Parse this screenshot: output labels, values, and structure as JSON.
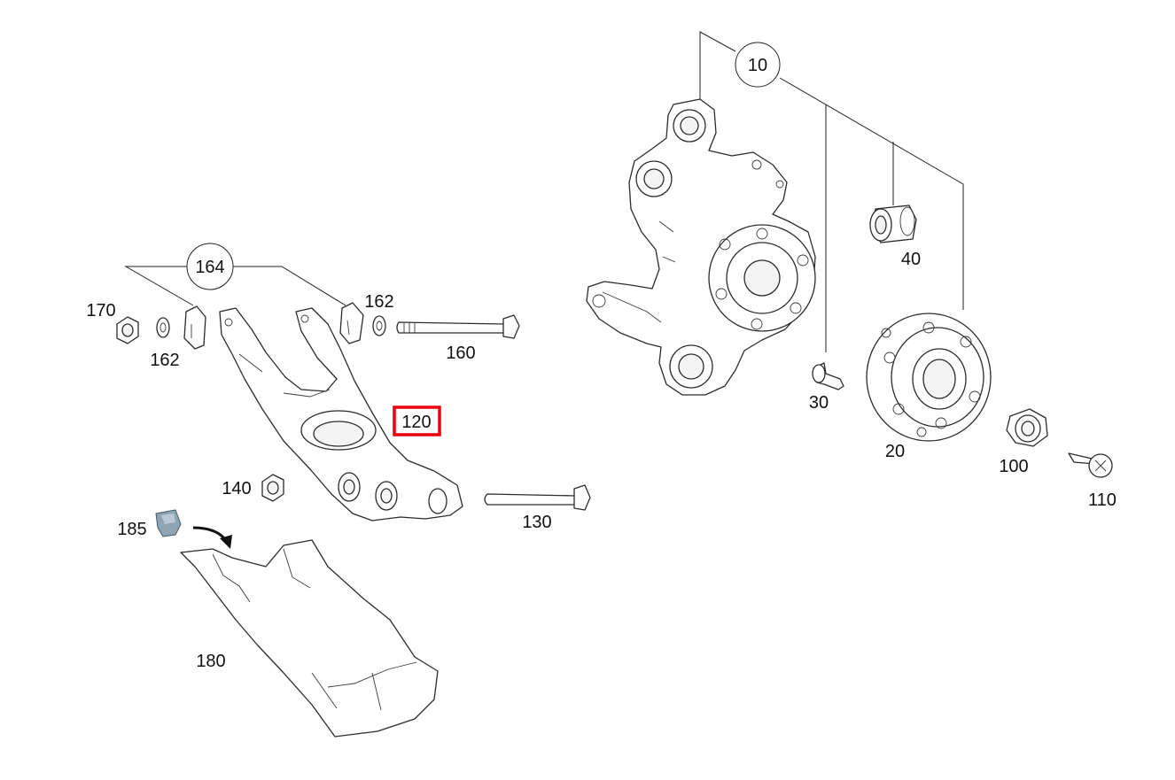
{
  "diagram": {
    "highlight_color": "#e8000b",
    "callouts": [
      {
        "id": "10",
        "text": "10",
        "style": "bubble"
      },
      {
        "id": "20",
        "text": "20",
        "style": "plain"
      },
      {
        "id": "30",
        "text": "30",
        "style": "plain"
      },
      {
        "id": "40",
        "text": "40",
        "style": "plain"
      },
      {
        "id": "100",
        "text": "100",
        "style": "plain"
      },
      {
        "id": "110",
        "text": "110",
        "style": "plain"
      },
      {
        "id": "120",
        "text": "120",
        "style": "highlighted-box"
      },
      {
        "id": "130",
        "text": "130",
        "style": "plain"
      },
      {
        "id": "140",
        "text": "140",
        "style": "plain"
      },
      {
        "id": "160",
        "text": "160",
        "style": "plain"
      },
      {
        "id": "162a",
        "text": "162",
        "style": "plain"
      },
      {
        "id": "162b",
        "text": "162",
        "style": "plain"
      },
      {
        "id": "164",
        "text": "164",
        "style": "bubble"
      },
      {
        "id": "170",
        "text": "170",
        "style": "plain"
      },
      {
        "id": "180",
        "text": "180",
        "style": "plain"
      },
      {
        "id": "185",
        "text": "185",
        "style": "plain"
      }
    ]
  }
}
